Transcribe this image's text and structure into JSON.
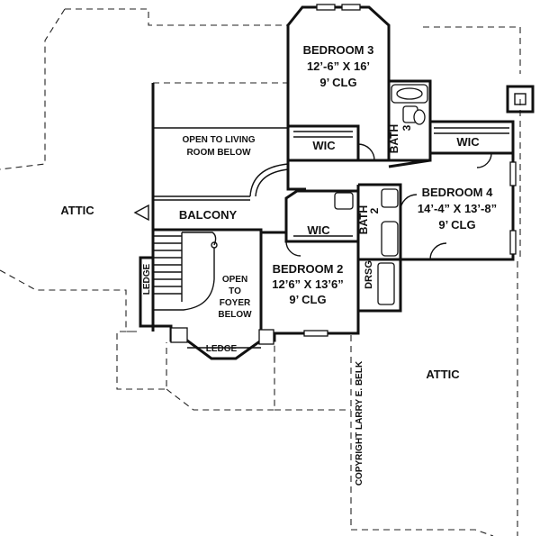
{
  "plan": {
    "rooms": {
      "bedroom3": {
        "name": "BEDROOM 3",
        "size": "12’-6” X 16’",
        "ceiling": "9’ CLG"
      },
      "bedroom4": {
        "name": "BEDROOM 4",
        "size": "14’-4” X 13’-8”",
        "ceiling": "9’ CLG"
      },
      "bedroom2": {
        "name": "BEDROOM 2",
        "size": "12’6” X 13’6”",
        "ceiling": "9’ CLG"
      }
    },
    "wic_label": "WIC",
    "bath3": {
      "word": "BATH",
      "number": "3"
    },
    "bath2": {
      "word": "BATH",
      "number": "2"
    },
    "dressing": "DRSG",
    "balcony": "BALCONY",
    "open_living": {
      "line1": "OPEN TO LIVING",
      "line2": "ROOM BELOW"
    },
    "open_foyer": {
      "line1": "OPEN",
      "line2": "TO",
      "line3": "FOYER",
      "line4": "BELOW"
    },
    "ledge": "LEDGE",
    "attic": "ATTIC",
    "copyright": "COPYRIGHT LARRY E. BELK"
  }
}
